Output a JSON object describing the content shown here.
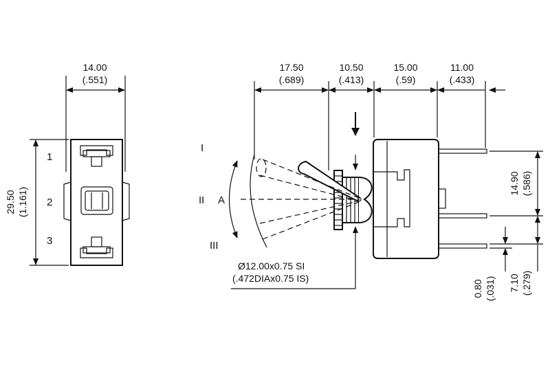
{
  "side_view": {
    "width_mm": "14.00",
    "width_in": "(.551)",
    "height_mm": "29.50",
    "height_in": "(1.161)",
    "terminals": [
      "1",
      "2",
      "3"
    ]
  },
  "front_view": {
    "positions": {
      "up": "I",
      "middle": "II",
      "down": "III",
      "angle": "A"
    },
    "dims_top": [
      {
        "mm": "17.50",
        "in": "(.689)"
      },
      {
        "mm": "10.50",
        "in": "(.413)"
      },
      {
        "mm": "15.00",
        "in": "(.59)"
      },
      {
        "mm": "11.00",
        "in": "(.433)"
      }
    ],
    "thread_mm": "Ø12.00x0.75 SI",
    "thread_in": "(.472DIAx0.75 IS)",
    "right_dims": [
      {
        "mm": "14.90",
        "in": "(.586)"
      },
      {
        "mm": "0.80",
        "in": "(.031)"
      },
      {
        "mm": "7.10",
        "in": "(.279)"
      }
    ]
  }
}
